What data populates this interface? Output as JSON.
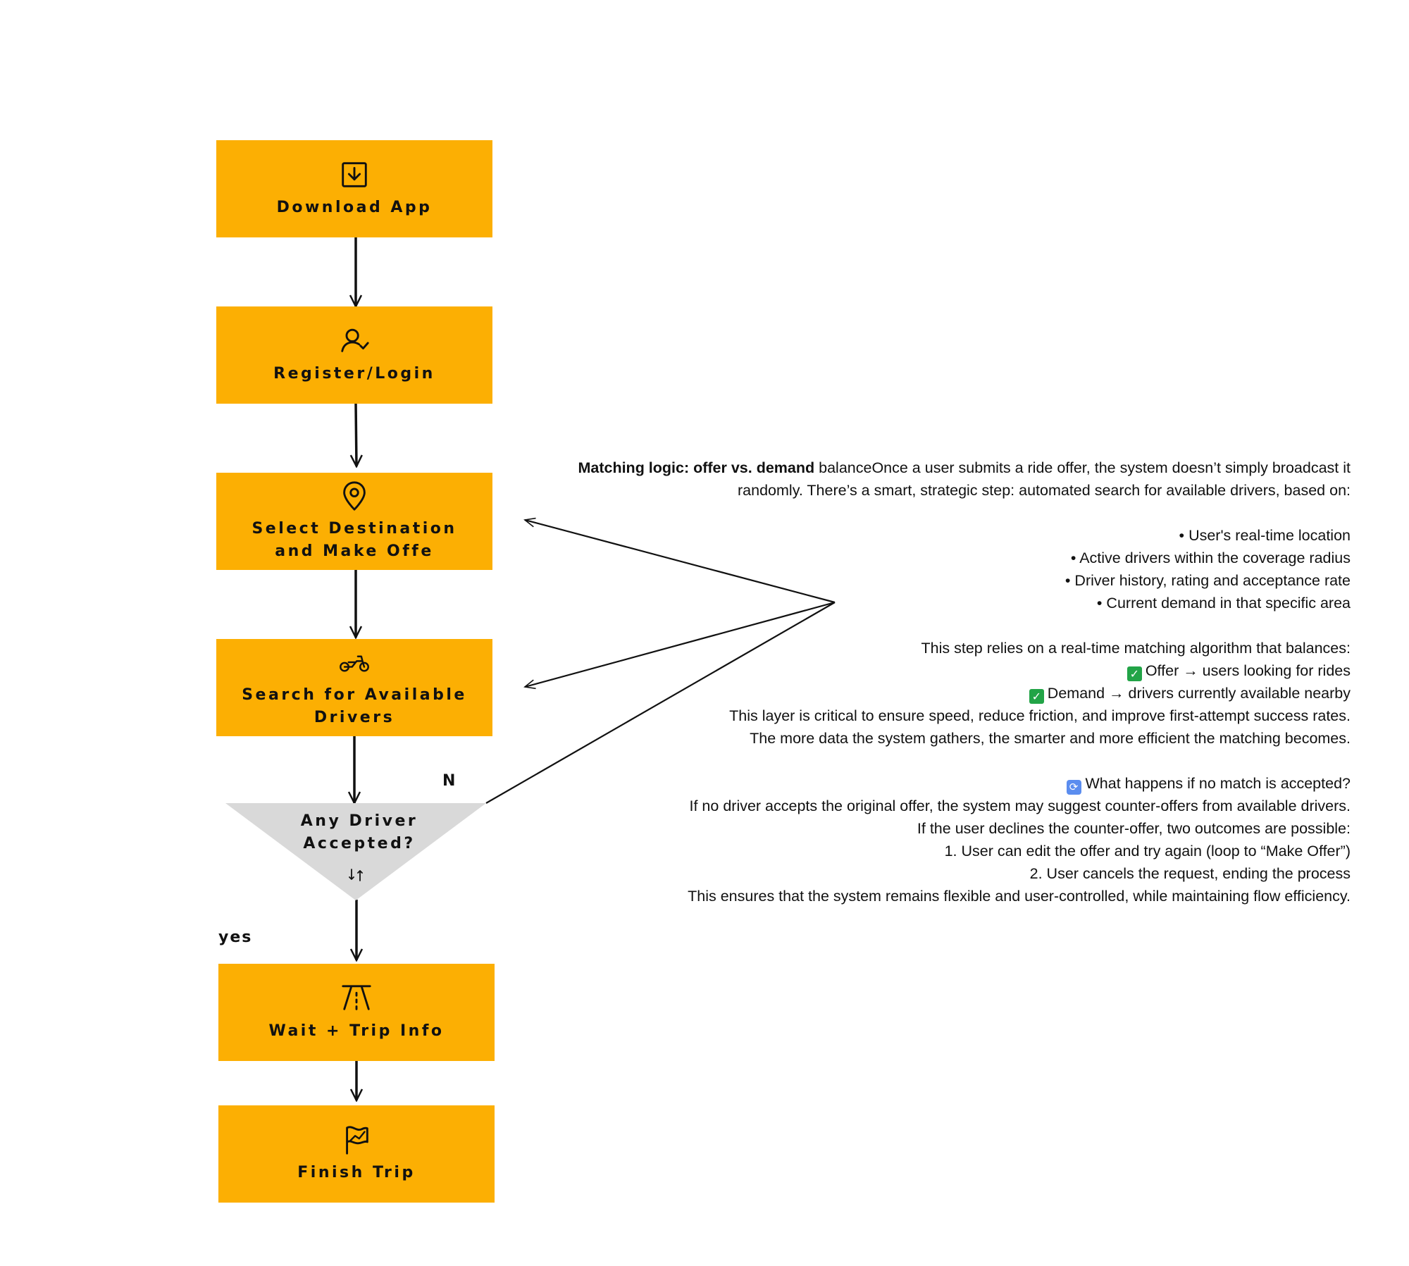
{
  "flow": {
    "steps": [
      {
        "label": "Download App",
        "icon": "download-icon"
      },
      {
        "label": "Register/Login",
        "icon": "user-check-icon"
      },
      {
        "label": "Select Destination\nand Make Offe",
        "icon": "map-pin-icon"
      },
      {
        "label": "Search for Available\nDrivers",
        "icon": "motorcycle-icon"
      },
      {
        "label": "Wait + Trip Info",
        "icon": "road-icon"
      },
      {
        "label": "Finish Trip",
        "icon": "flag-icon"
      }
    ],
    "decision": {
      "label": "Any Driver\nAccepted?",
      "icon": "swap-arrows-icon"
    },
    "no_label": "N",
    "yes_label": "yes",
    "colors": {
      "step_fill": "#FCAF03",
      "decision_fill": "#D9D9D9",
      "line": "#111111"
    }
  },
  "panel": {
    "heading_bold": "Matching logic: offer vs. demand",
    "heading_rest": " balanceOnce a user submits a ride offer, the system doesn’t simply broadcast it",
    "heading_line2": "randomly. There’s a smart, strategic step: automated search for available drivers, based on:",
    "criteria": [
      "User's real-time location",
      "Active drivers within the coverage radius",
      "Driver history, rating and acceptance rate",
      "Current demand in that specific area"
    ],
    "algorithm_intro": "This step relies on a real-time matching algorithm that balances:",
    "balance_offer": "Offer → users looking for rides",
    "balance_demand": "Demand → drivers currently available nearby",
    "critical_line": "This layer is critical to ensure speed, reduce friction, and improve first-attempt success rates.",
    "data_line": "The more data the system gathers, the smarter and more efficient the matching becomes.",
    "question": "What happens if no match is accepted?",
    "counter_line": "If no driver accepts the original offer, the system may suggest counter-offers from available drivers.",
    "decline_line": "If the user declines the counter-offer, two outcomes are possible:",
    "outcomes": [
      {
        "num": "1.",
        "text": "User can edit the offer and try again (loop to “Make Offer”)"
      },
      {
        "num": "2.",
        "text": "User cancels the request, ending the process"
      }
    ],
    "closing": "This ensures that the system remains flexible and user-controlled, while maintaining flow efficiency."
  }
}
